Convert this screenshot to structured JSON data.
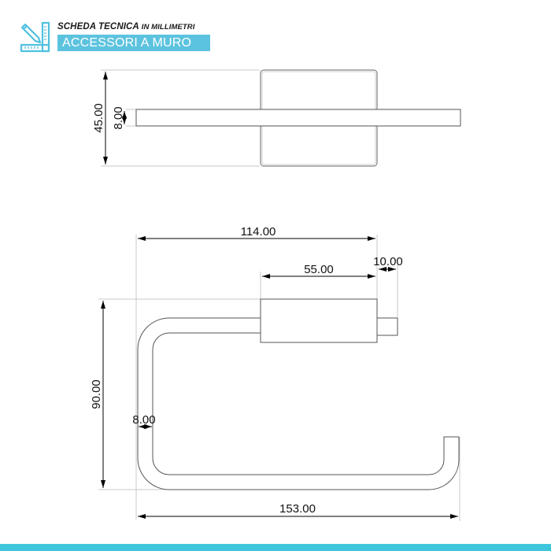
{
  "header": {
    "subtitle_main": "SCHEDA TECNICA",
    "subtitle_small": "IN MILLIMETRI",
    "category": "ACCESSORI A MURO",
    "logo_icon": "pencil-ruler-icon",
    "accent_color": "#5cc3df"
  },
  "top_view": {
    "dimensions": {
      "total_height": "45.00",
      "bar_thickness": "8.00"
    }
  },
  "front_view": {
    "dimensions": {
      "overall_width_top": "114.00",
      "base_width": "55.00",
      "stub_length": "10.00",
      "overall_height": "90.00",
      "rod_thickness": "8.00",
      "overall_width_bottom": "153.00"
    }
  },
  "footer": {
    "bar_color": "#3ec6dc"
  }
}
